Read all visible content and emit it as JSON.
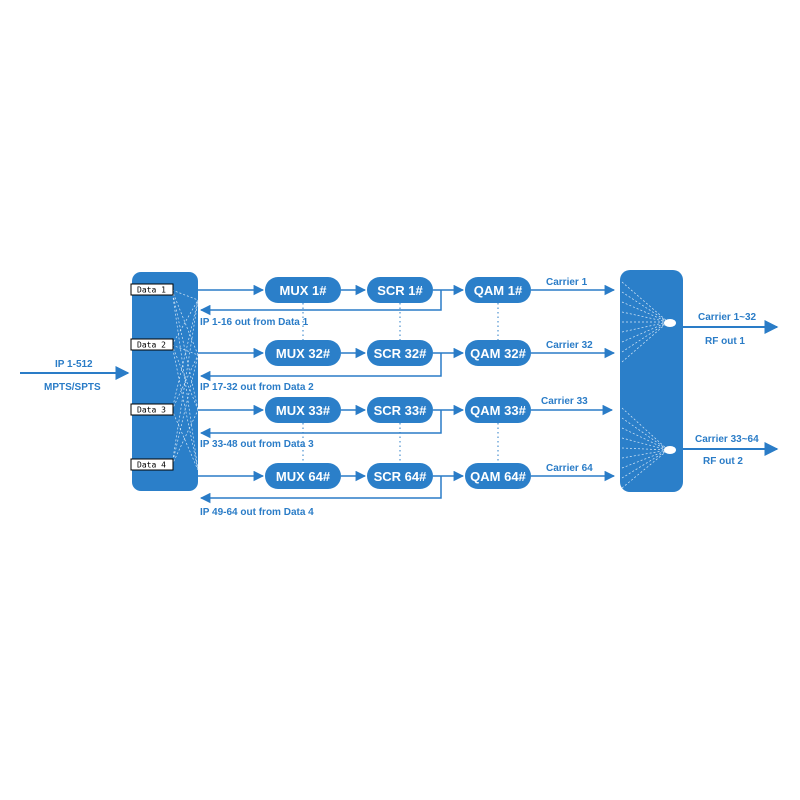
{
  "input": {
    "label_top": "IP 1-512",
    "label_bottom": "MPTS/SPTS"
  },
  "data_ports": [
    "Data 1",
    "Data 2",
    "Data 3",
    "Data 4"
  ],
  "rows": [
    {
      "mux": "MUX 1#",
      "scr": "SCR 1#",
      "qam": "QAM 1#",
      "carrier": "Carrier 1",
      "ip_out": "IP 1-16 out from Data 1"
    },
    {
      "mux": "MUX 32#",
      "scr": "SCR 32#",
      "qam": "QAM 32#",
      "carrier": "Carrier 32",
      "ip_out": "IP 17-32 out from Data 2"
    },
    {
      "mux": "MUX 33#",
      "scr": "SCR 33#",
      "qam": "QAM 33#",
      "carrier": "Carrier 33",
      "ip_out": "IP 33-48 out from Data 3"
    },
    {
      "mux": "MUX 64#",
      "scr": "SCR 64#",
      "qam": "QAM 64#",
      "carrier": "Carrier 64",
      "ip_out": "IP 49-64 out from Data 4"
    }
  ],
  "outputs": [
    {
      "carrier": "Carrier 1~32",
      "rf": "RF out 1"
    },
    {
      "carrier": "Carrier 33~64",
      "rf": "RF out 2"
    }
  ],
  "colors": {
    "primary": "#2a7cc7",
    "node": "#2b7fc9",
    "line": "#2a7cc7"
  }
}
